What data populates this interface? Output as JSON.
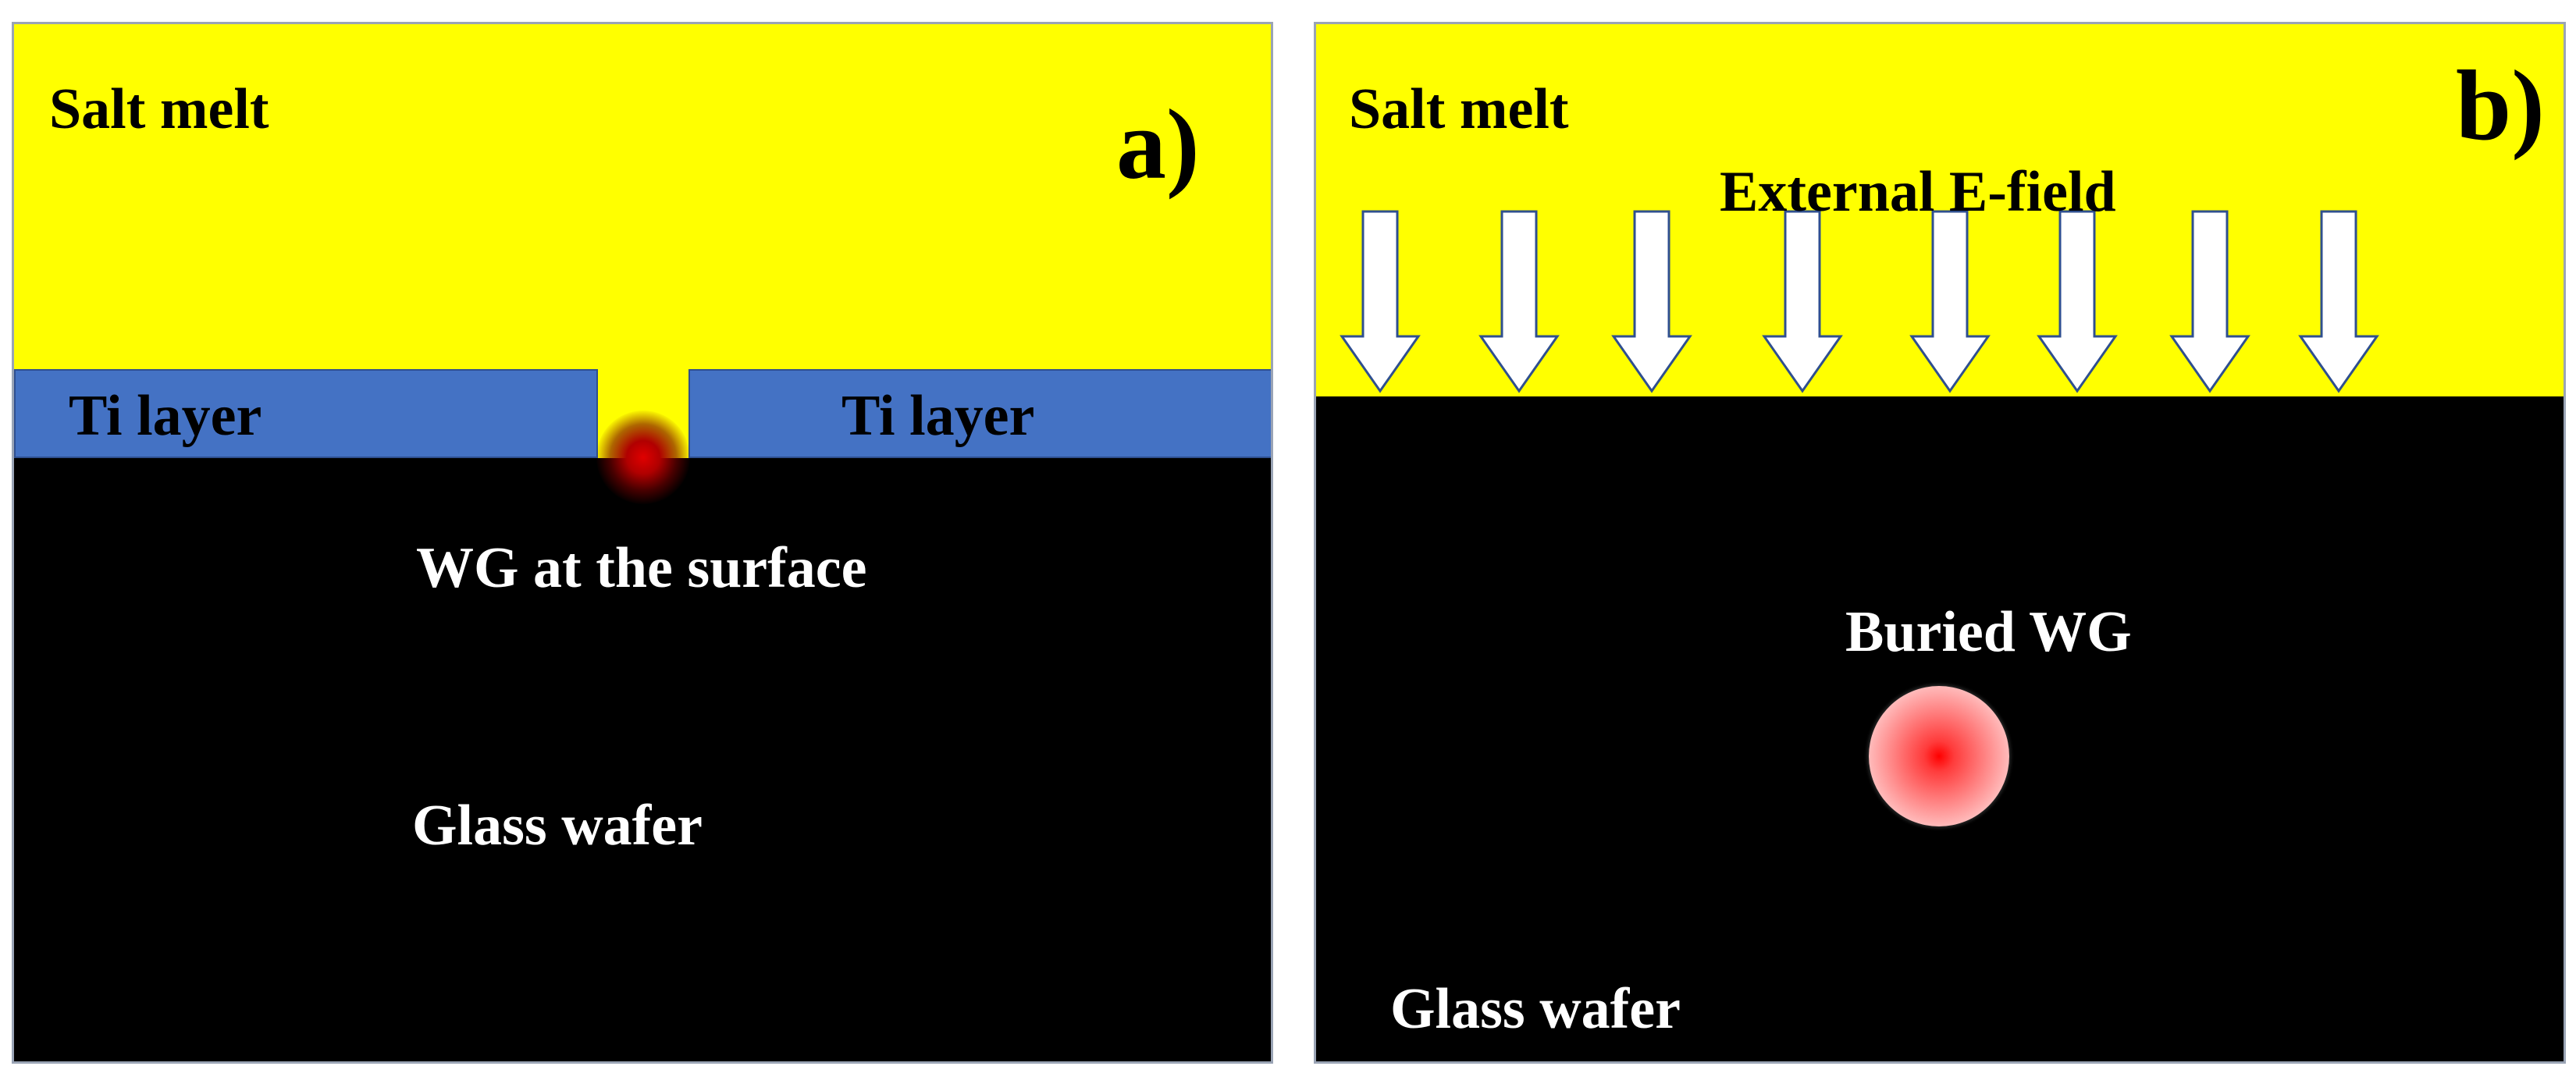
{
  "panel_a": {
    "label": "a)",
    "salt_melt": "Salt melt",
    "ti_layer_left": "Ti layer",
    "ti_layer_right": "Ti layer",
    "waveguide": "WG at the surface",
    "substrate": "Glass wafer"
  },
  "panel_b": {
    "label": "b)",
    "salt_melt": "Salt melt",
    "field": "External E-field",
    "waveguide": "Buried WG",
    "substrate": "Glass wafer",
    "arrow_count": 8
  },
  "colors": {
    "salt_melt": "#ffff00",
    "ti_layer": "#4472c4",
    "glass": "#000000",
    "waveguide": "#ff0000",
    "arrow_fill": "#ffffff",
    "arrow_stroke": "#2f4f8f"
  }
}
